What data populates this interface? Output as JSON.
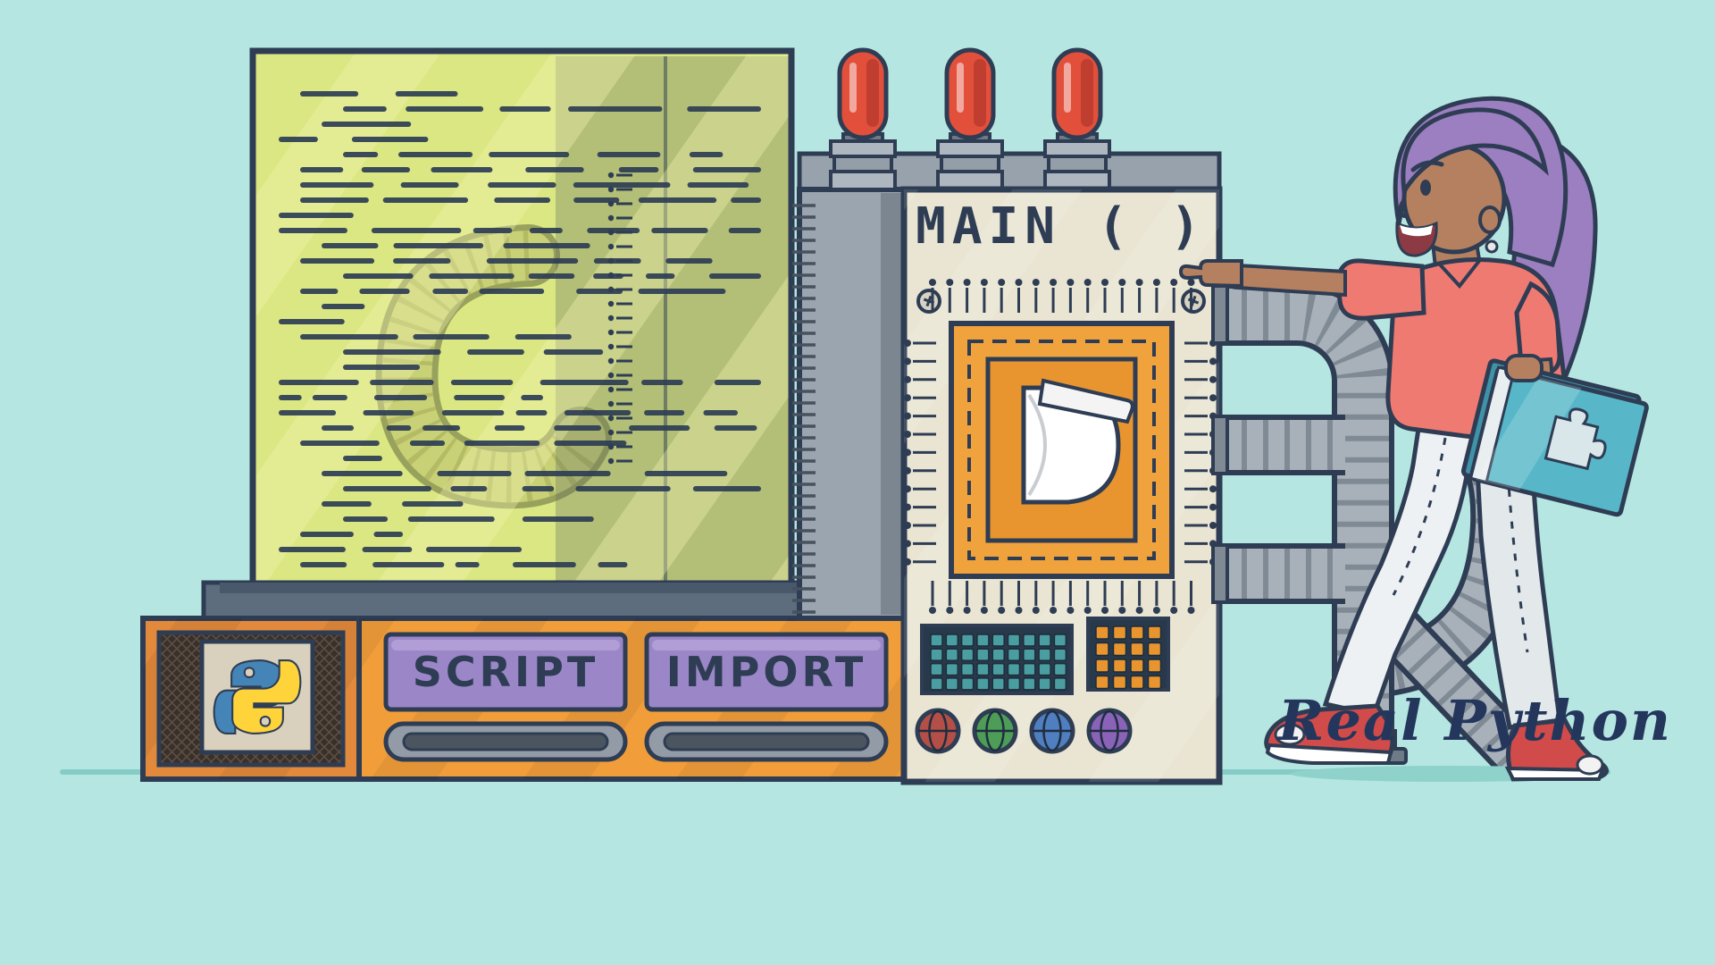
{
  "scene": {
    "background_color": "#b5e6e2",
    "brand_signature": "Real Python",
    "machine": {
      "title": "MAIN ( )",
      "script_button_label": "SCRIPT",
      "import_button_label": "IMPORT",
      "indicator_bulb_count": 3,
      "globe_knob_colors": [
        "#b34f46",
        "#4d9d57",
        "#4f7fc0",
        "#8a63b8"
      ]
    },
    "icons": {
      "python_logo": "python-two-snake-logo",
      "document_scroll": "white-rolled-document-in-chip",
      "globe": "globe-knob",
      "puzzle_piece": "puzzle-on-book-cover",
      "screw": "cross-head-screw",
      "indicator_bulb": "red-vacuum-tube"
    },
    "colors": {
      "outline_navy": "#2e3d54",
      "glass_green": "#dde87f",
      "panel_cream": "#eae5d3",
      "panel_orange": "#f09d3a",
      "button_purple": "#9b86c8",
      "bulb_red": "#e2503c",
      "pipe_grey": "#a8b1ba",
      "keypad_teal": "#4a9da0",
      "keypad_orange": "#e8952f",
      "hair_purple": "#9b7fc0",
      "shirt_coral": "#ef7a72",
      "book_teal": "#57b7c8",
      "shoe_red": "#d14b4b",
      "python_blue": "#4584b6",
      "python_yellow": "#ffd43b"
    }
  }
}
